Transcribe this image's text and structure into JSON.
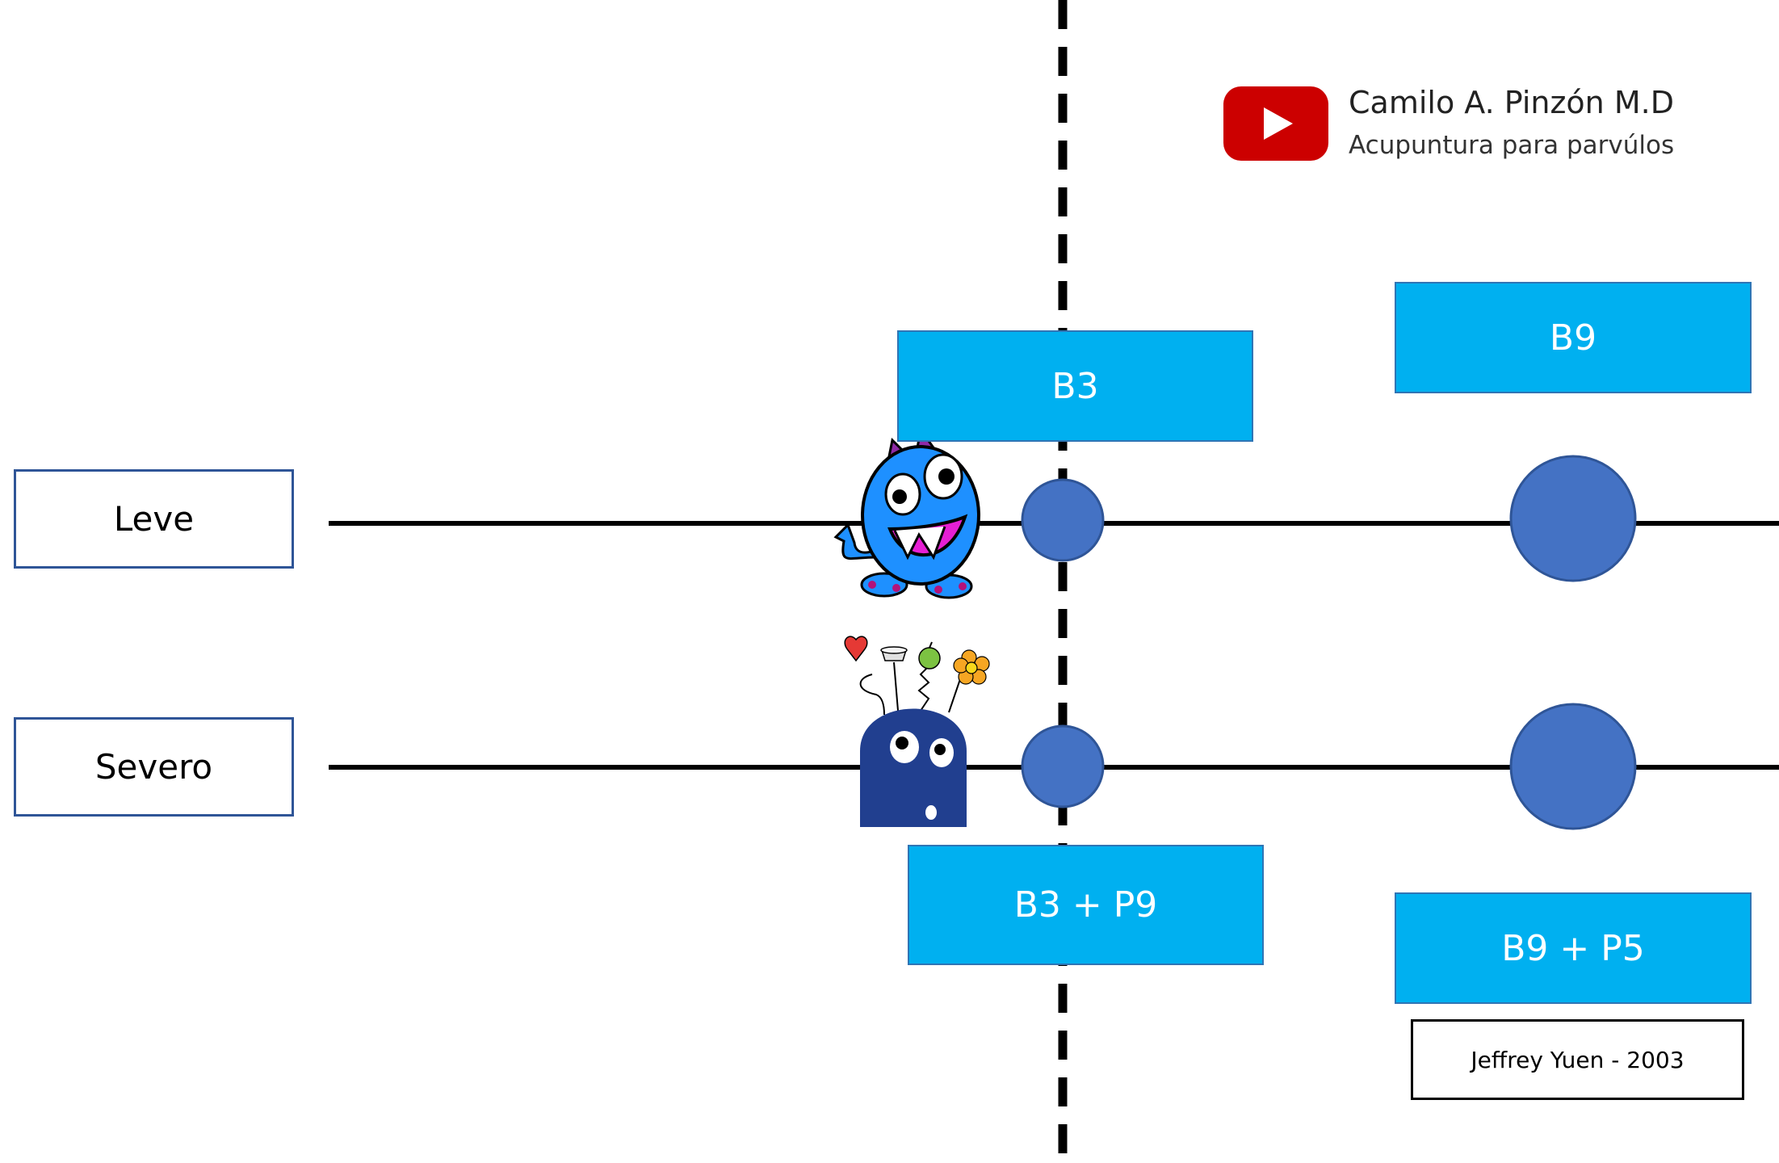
{
  "rows": {
    "leve": "Leve",
    "severo": "Severo"
  },
  "points": {
    "b3": "B3",
    "b9": "B9",
    "b3_p9": "B3 + P9",
    "b9_p5": "B9 + P5"
  },
  "citation": "Jeffrey Yuen - 2003",
  "brand": {
    "title": "Camilo A. Pinzón M.D",
    "subtitle": "Acupuntura para parvúlos",
    "logo_icon": "youtube-play-icon"
  },
  "colors": {
    "box_fill": "#00b0f0",
    "node_fill": "#4472c4",
    "row_label_border": "#2f5597",
    "logo_red": "#cc0000"
  }
}
